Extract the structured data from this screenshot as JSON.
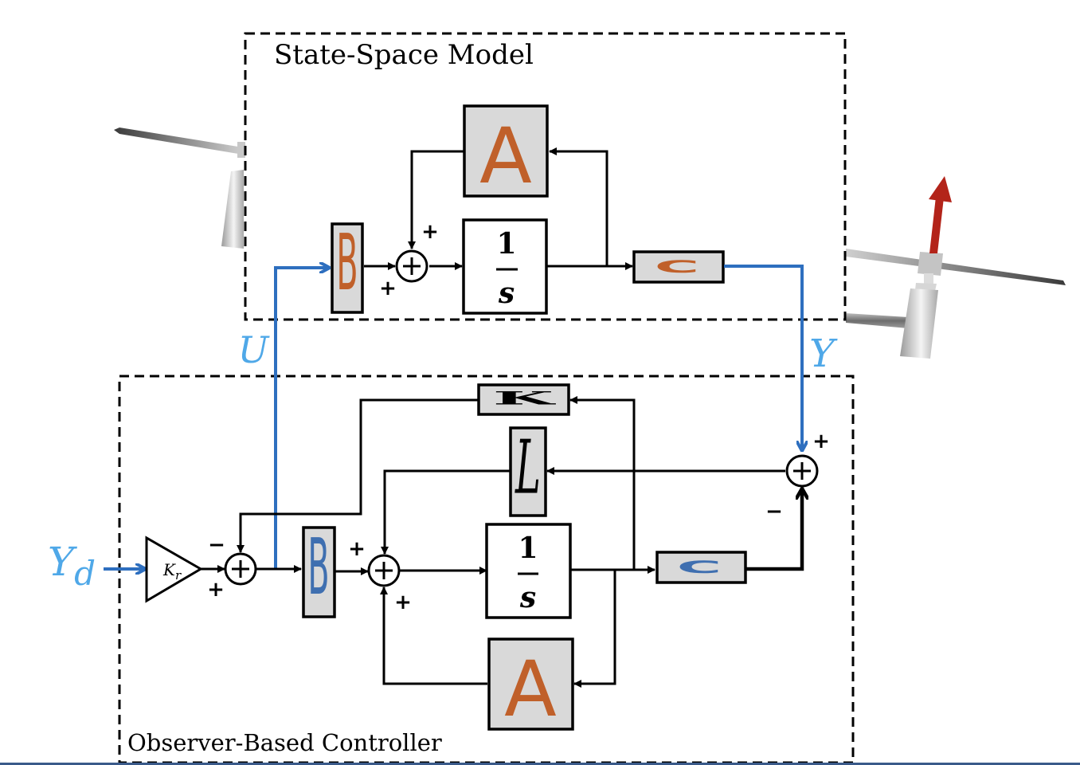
{
  "colors": {
    "plant_matrix": "#c0602a",
    "observer_matrix": "#3f6fb0",
    "signal_wire": "#2e6fbf",
    "signal_label": "#4fa8e8",
    "block_fill": "#d9d9d9",
    "force_arrow": "#b3241a"
  },
  "plant": {
    "title": "State-Space Model",
    "matrix_a": "A",
    "matrix_b": "B",
    "matrix_c": "C",
    "integrator_num": "1",
    "integrator_den": "s",
    "sum_signs": {
      "top": "+",
      "left": "+"
    }
  },
  "controller": {
    "title": "Observer-Based Controller",
    "gain_label": "K",
    "gain_sub": "r",
    "matrix_k": "K",
    "matrix_l": "L",
    "matrix_a": "A",
    "matrix_b": "B",
    "matrix_c": "C",
    "integrator_num": "1",
    "integrator_den": "s",
    "input_sum_signs": {
      "top": "−",
      "bottom": "+"
    },
    "observer_sum_signs": {
      "top": "+",
      "bottom": "+"
    },
    "error_sum_signs": {
      "top": "+",
      "bottom": "−"
    }
  },
  "signals": {
    "input": "Y",
    "input_sub": "d",
    "control": "U",
    "output": "Y"
  }
}
